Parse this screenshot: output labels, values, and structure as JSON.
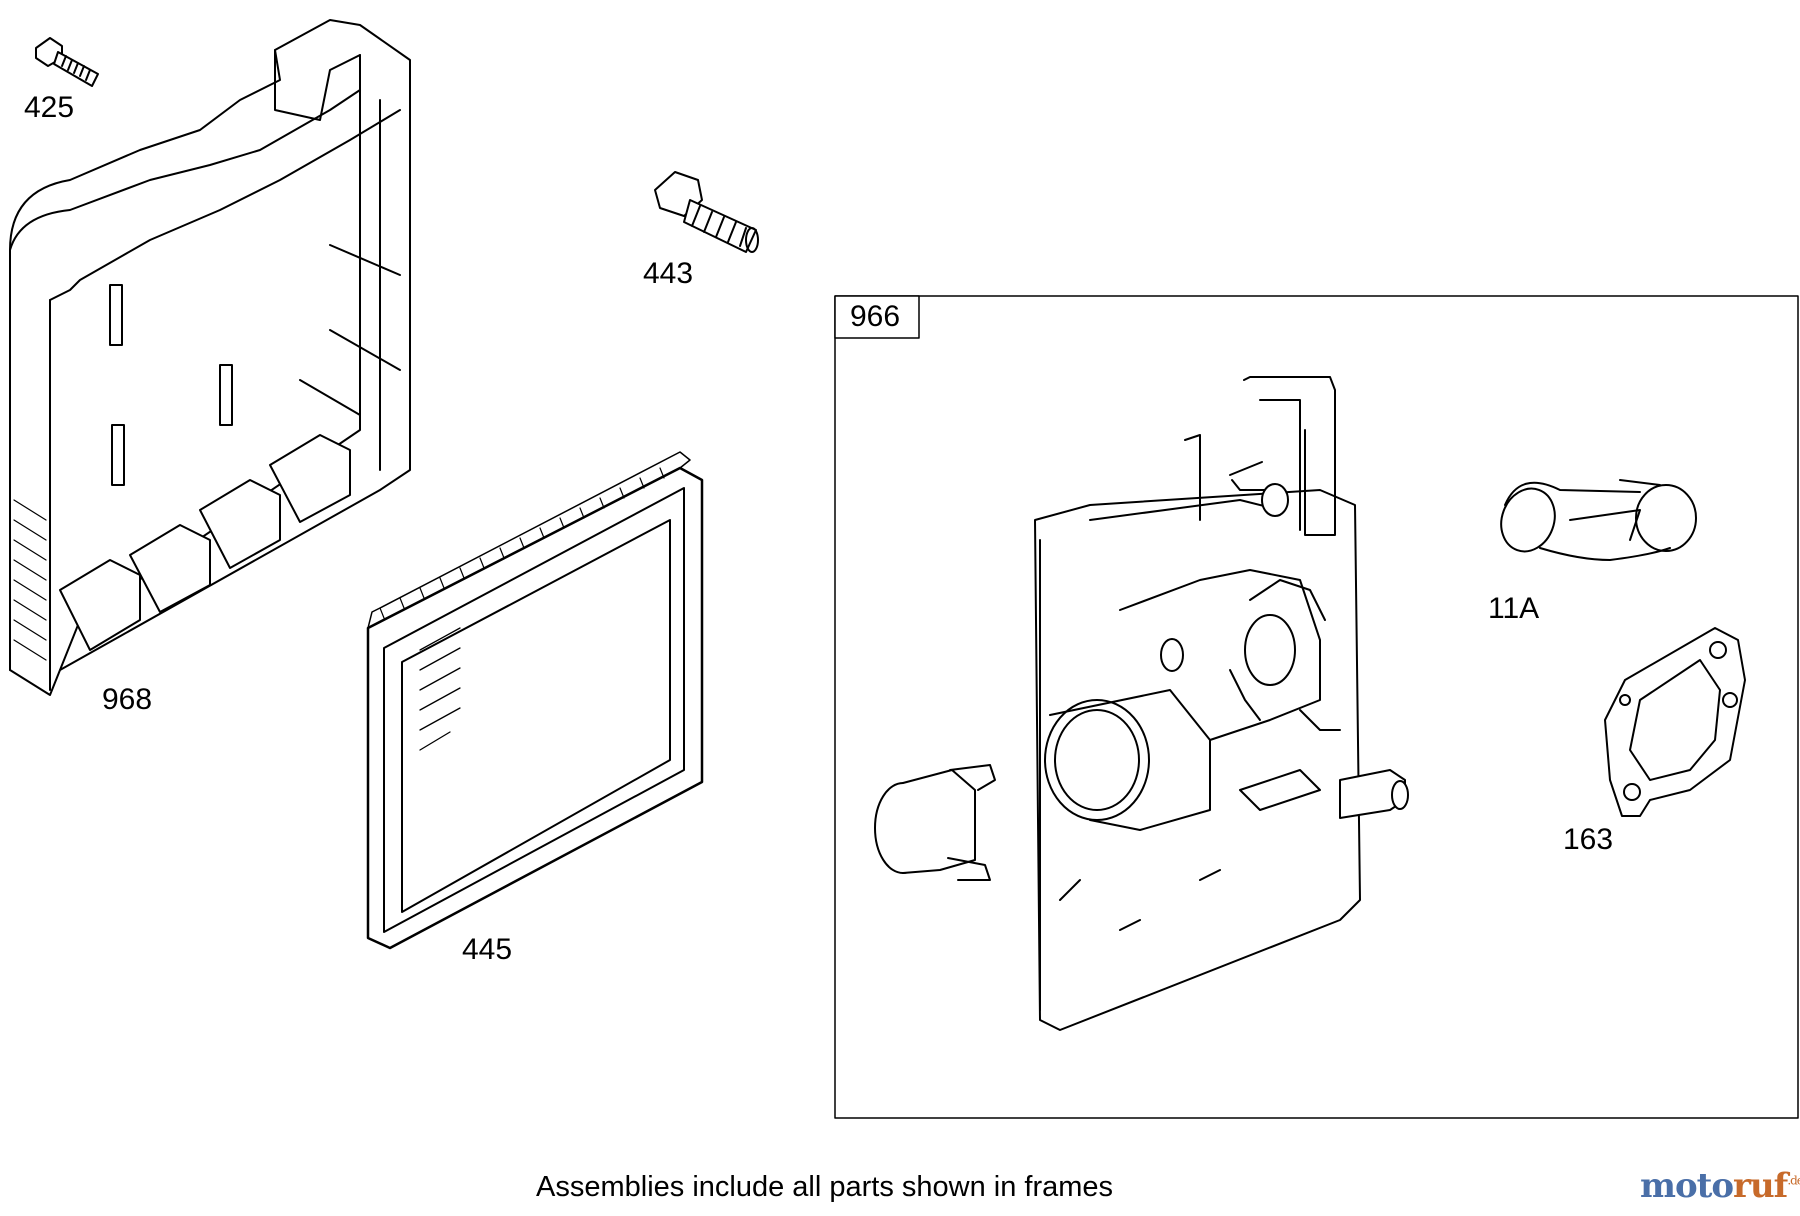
{
  "parts": {
    "p425": "425",
    "p443": "443",
    "p968": "968",
    "p445": "445",
    "p966": "966",
    "p11a": "11A",
    "p163": "163"
  },
  "footer_note": "Assemblies include all parts shown in frames",
  "watermark": {
    "text_a": "moto",
    "text_b": "ruf",
    "suffix": ".de",
    "color_a": "#4a6fa8",
    "color_b": "#c76a2a"
  },
  "parts_list": [
    {
      "ref": "425",
      "name": "bolt-icon"
    },
    {
      "ref": "443",
      "name": "bolt-icon"
    },
    {
      "ref": "968",
      "name": "air-cleaner-base-icon"
    },
    {
      "ref": "445",
      "name": "air-filter-icon"
    },
    {
      "ref": "966",
      "name": "carburetor-assembly-frame"
    },
    {
      "ref": "11A",
      "name": "elbow-tube-icon"
    },
    {
      "ref": "163",
      "name": "gasket-icon"
    }
  ]
}
